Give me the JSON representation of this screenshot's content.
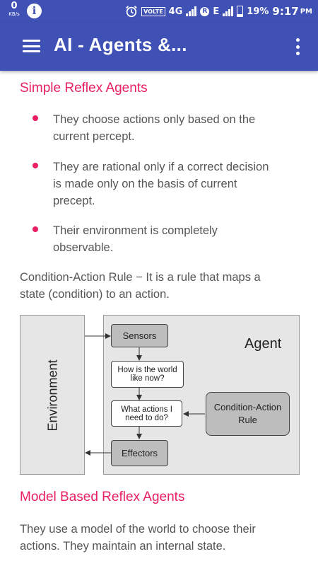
{
  "status_bar": {
    "net_speed_value": "0",
    "net_speed_unit": "KB/s",
    "info_icon": "info-icon",
    "volte": "VOLTE",
    "network": "4G",
    "sim2_badge": "R",
    "sim2_network": "E",
    "battery_percent": "19%",
    "battery_level": 0.19,
    "time": "9:17",
    "ampm": "PM"
  },
  "app_bar": {
    "title": "AI - Agents &...",
    "menu_icon": "hamburger-menu-icon",
    "overflow_icon": "more-vert-icon",
    "color": "#3f51b5"
  },
  "content": {
    "accent_color": "#e91e63",
    "section1_heading": "Simple Reflex Agents",
    "bullets": [
      {
        "line1": "They choose actions only based on the",
        "line2": "current percept."
      },
      {
        "line1": "They are rational only if a correct decision",
        "line2": "is made only on the basis of current",
        "line3": "precept."
      },
      {
        "line1": "Their environment is completely",
        "line2": "observable."
      }
    ],
    "rule_text_line1": "Condition-Action Rule − It is a rule that maps a",
    "rule_text_line2": "state (condition) to an action.",
    "diagram": {
      "environment": "Environment",
      "agent": "Agent",
      "sensors": "Sensors",
      "world_line1": "How is the world",
      "world_line2": "like now?",
      "actions_line1": "What actions I",
      "actions_line2": "need to do?",
      "rule_line1": "Condition-Action",
      "rule_line2": "Rule",
      "effectors": "Effectors"
    },
    "section2_heading": "Model Based Reflex Agents",
    "section2_line1": "They use a model of the world to choose their",
    "section2_line2": "actions. They maintain an internal state."
  }
}
